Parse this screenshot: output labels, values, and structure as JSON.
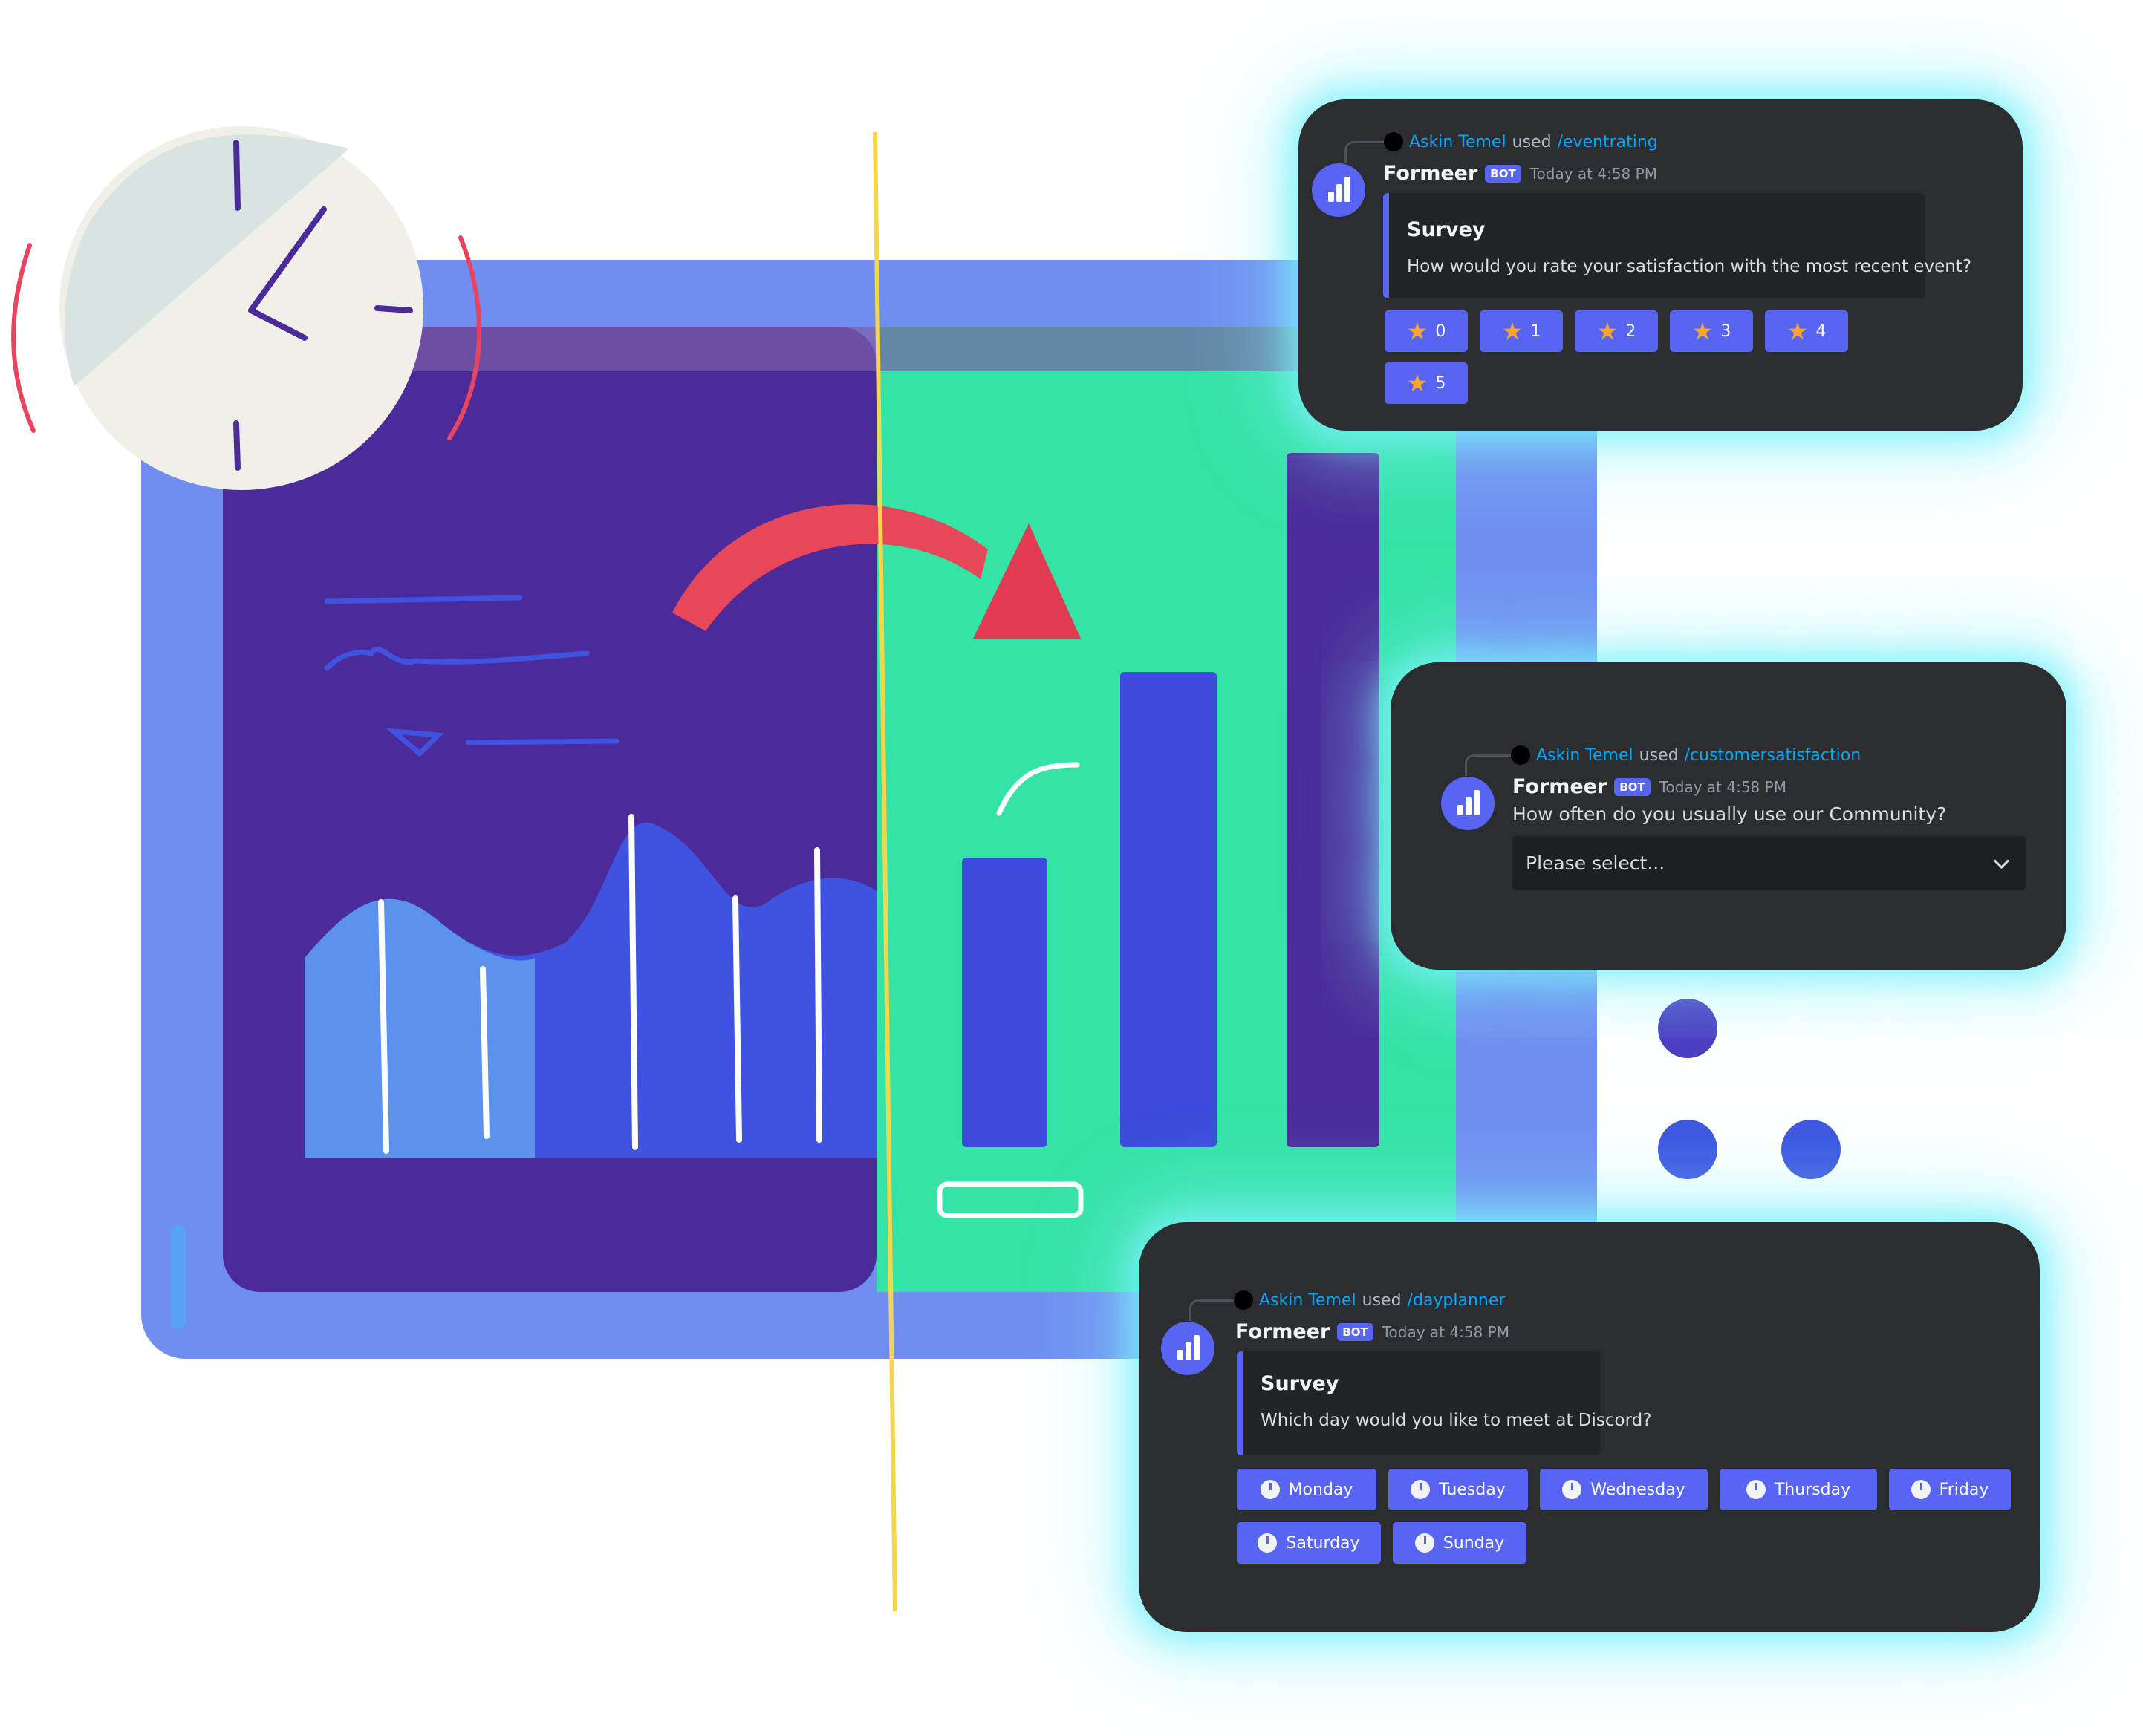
{
  "colors": {
    "card_bg": "#2b2d31",
    "card_glow": "#8cf5ff",
    "blurple": "#5865f2",
    "star": "#f9a62b",
    "link": "#00a8fc",
    "board_left": "#4a2b99",
    "board_right": "#34e3a6"
  },
  "illustration": {
    "icons": [
      "clock-icon",
      "curved-arrow-icon",
      "bar-chart-icon",
      "area-chart-icon",
      "dots-icon"
    ]
  },
  "rating_card": {
    "reply": {
      "user": "Askin Temel",
      "used": "used",
      "command": "/eventrating"
    },
    "bot": {
      "name": "Formeer",
      "tag": "BOT",
      "time": "Today at 4:58 PM"
    },
    "embed": {
      "title": "Survey",
      "description": "How would you rate your satisfaction with the most recent event?"
    },
    "buttons": [
      {
        "label": "0",
        "icon": "star-icon"
      },
      {
        "label": "1",
        "icon": "star-icon"
      },
      {
        "label": "2",
        "icon": "star-icon"
      },
      {
        "label": "3",
        "icon": "star-icon"
      },
      {
        "label": "4",
        "icon": "star-icon"
      },
      {
        "label": "5",
        "icon": "star-icon"
      }
    ]
  },
  "community_card": {
    "reply": {
      "user": "Askin Temel",
      "used": "used",
      "command": "/customersatisfaction"
    },
    "bot": {
      "name": "Formeer",
      "tag": "BOT",
      "time": "Today at 4:58 PM"
    },
    "question": "How often do you usually use our Community?",
    "select": {
      "placeholder": "Please select..."
    }
  },
  "day_card": {
    "reply": {
      "user": "Askin Temel",
      "used": "used",
      "command": "/dayplanner"
    },
    "bot": {
      "name": "Formeer",
      "tag": "BOT",
      "time": "Today at 4:58 PM"
    },
    "embed": {
      "title": "Survey",
      "description": "Which day would you like to meet at Discord?"
    },
    "buttons": [
      {
        "label": "Monday",
        "icon": "clock-icon"
      },
      {
        "label": "Tuesday",
        "icon": "clock-icon"
      },
      {
        "label": "Wednesday",
        "icon": "clock-icon"
      },
      {
        "label": "Thursday",
        "icon": "clock-icon"
      },
      {
        "label": "Friday",
        "icon": "clock-icon"
      },
      {
        "label": "Saturday",
        "icon": "clock-icon"
      },
      {
        "label": "Sunday",
        "icon": "clock-icon"
      }
    ]
  }
}
